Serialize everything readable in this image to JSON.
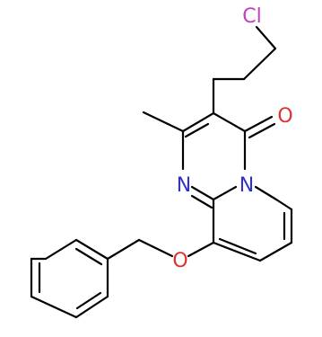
{
  "molecule": {
    "atoms": {
      "cl": {
        "symbol": "Cl",
        "color": "#c040c0"
      },
      "o_carbonyl": {
        "symbol": "O",
        "color": "#e03030"
      },
      "o_ether": {
        "symbol": "O",
        "color": "#e03030"
      },
      "n_imine": {
        "symbol": "N",
        "color": "#3030d0"
      },
      "n_ring": {
        "symbol": "N",
        "color": "#3030d0"
      }
    },
    "bond_color": "#000000"
  }
}
